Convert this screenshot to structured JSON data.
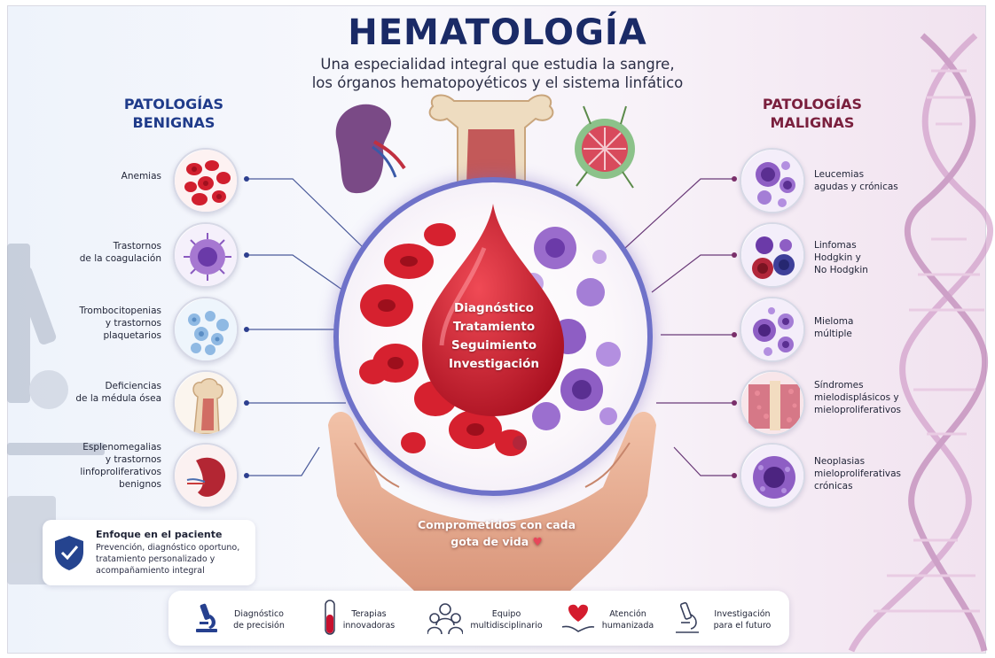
{
  "header": {
    "title": "HEMATOLOGÍA",
    "subtitle_line1": "Una especialidad integral que estudia la sangre,",
    "subtitle_line2": "los órganos hematopoyéticos y el sistema linfático"
  },
  "benign": {
    "heading_line1": "PATOLOGÍAS",
    "heading_line2": "BENIGNAS",
    "items": [
      {
        "line1": "Anemias",
        "line2": "",
        "line3": "",
        "line4": "",
        "icon": "red-blood-cells-icon"
      },
      {
        "line1": "Trastornos",
        "line2": "de la coagulación",
        "line3": "",
        "line4": "",
        "icon": "platelet-cell-icon"
      },
      {
        "line1": "Trombocitopenias",
        "line2": "y trastornos",
        "line3": "plaquetarios",
        "line4": "",
        "icon": "platelets-icon"
      },
      {
        "line1": "Deficiencias",
        "line2": "de la médula ósea",
        "line3": "",
        "line4": "",
        "icon": "bone-marrow-icon"
      },
      {
        "line1": "Esplenomegalias",
        "line2": "y trastornos",
        "line3": "linfoproliferativos",
        "line4": "benignos",
        "icon": "spleen-icon"
      }
    ]
  },
  "malignant": {
    "heading_line1": "PATOLOGÍAS",
    "heading_line2": "MALIGNAS",
    "items": [
      {
        "line1": "Leucemias",
        "line2": "agudas y crónicas",
        "line3": "",
        "icon": "leukemia-cells-icon"
      },
      {
        "line1": "Linfomas",
        "line2": "Hodgkin y",
        "line3": "No Hodgkin",
        "icon": "lymphoma-cells-icon"
      },
      {
        "line1": "Mieloma",
        "line2": "múltiple",
        "line3": "",
        "icon": "myeloma-cells-icon"
      },
      {
        "line1": "Síndromes",
        "line2": "mielodisplásicos y",
        "line3": "mieloproliferativos",
        "icon": "bone-marrow-syndrome-icon"
      },
      {
        "line1": "Neoplasias",
        "line2": "mieloproliferativas",
        "line3": "crónicas",
        "icon": "neoplasm-cell-icon"
      }
    ]
  },
  "center": {
    "drop_lines": [
      "Diagnóstico",
      "Tratamiento",
      "Seguimiento",
      "Investigación"
    ],
    "commitment_line1": "Comprometidos con cada",
    "commitment_line2": "gota de vida"
  },
  "patient_focus": {
    "title": "Enfoque en el paciente",
    "text_line1": "Prevención, diagnóstico oportuno,",
    "text_line2": "tratamiento personalizado y",
    "text_line3": "acompañamiento integral"
  },
  "footer": {
    "items": [
      {
        "line1": "Diagnóstico",
        "line2": "de precisión",
        "icon": "microscope-icon"
      },
      {
        "line1": "Terapias",
        "line2": "innovadoras",
        "icon": "test-tube-icon"
      },
      {
        "line1": "Equipo",
        "line2": "multidisciplinario",
        "icon": "team-icon"
      },
      {
        "line1": "Atención",
        "line2": "humanizada",
        "icon": "heart-hand-icon"
      },
      {
        "line1": "Investigación",
        "line2": "para el futuro",
        "icon": "research-microscope-icon"
      }
    ]
  },
  "colors": {
    "title": "#1a2a66",
    "benign_accent": "#1f3b8a",
    "malignant_accent": "#7a1f3d",
    "blood_red": "#c8102e",
    "cell_purple": "#7b4ab0",
    "orb_ring": "#6f72c9"
  }
}
